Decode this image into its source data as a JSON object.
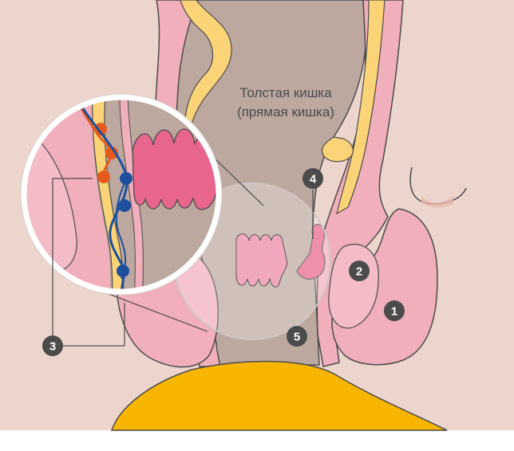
{
  "title": {
    "line1": "Толстая кишка",
    "line2": "(прямая кишка)"
  },
  "markers": [
    {
      "id": "1",
      "label": "1"
    },
    {
      "id": "2",
      "label": "2"
    },
    {
      "id": "3",
      "label": "3"
    },
    {
      "id": "4",
      "label": "4"
    },
    {
      "id": "5",
      "label": "5"
    }
  ],
  "colors": {
    "background": "#ecd5cc",
    "rectum_lumen": "#bda8a0",
    "tissue_pink": "#f1aebb",
    "fat_yellow": "#fcd478",
    "buttocks_orange": "#f7b500",
    "hemorrhoid_magenta": "#e8668d",
    "artery_orange": "#e85a1c",
    "vein_blue": "#1d4f9e",
    "marker_dark": "#4b4b4b",
    "outline": "#4c4c4c"
  }
}
